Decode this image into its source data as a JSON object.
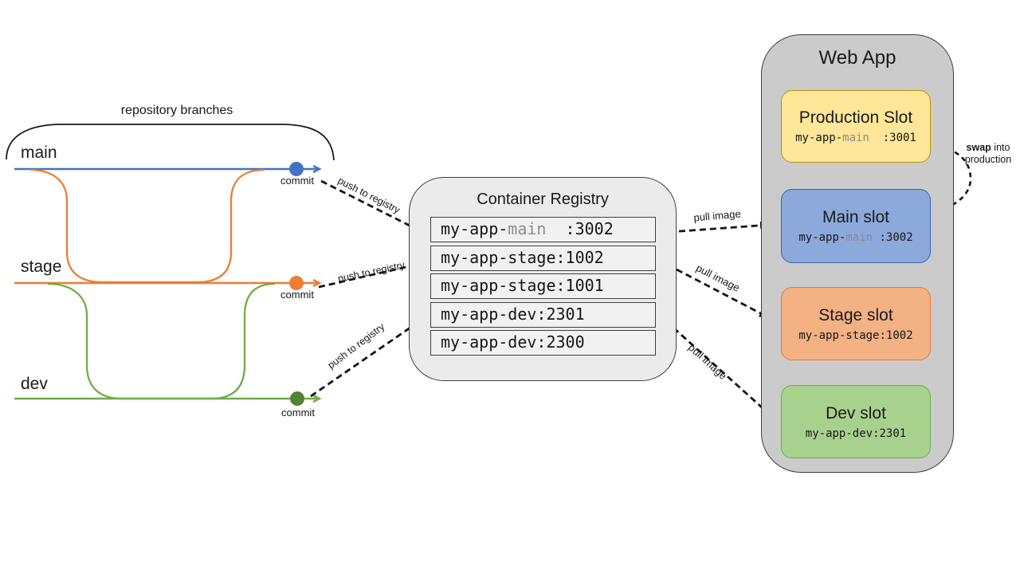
{
  "colors": {
    "branch_blue": "#4472C4",
    "branch_orange": "#ED7D31",
    "branch_green": "#70AD47",
    "dev_commit_green": "#538135",
    "arrow_black": "#151515",
    "box_border": "#3F3F3F",
    "registry_fill": "#ECEBEB",
    "registry_row_fill": "#F2F1F1",
    "webapp_fill": "#CBCBCB",
    "slot_production_fill": "#FFE699",
    "slot_production_border": "#BF9000",
    "slot_main_fill": "#8CA9DC",
    "slot_main_border": "#3A62A8",
    "slot_stage_fill": "#F4B183",
    "slot_stage_border": "#E07B35",
    "slot_dev_fill": "#A9D18E",
    "slot_dev_border": "#70AD47",
    "muted_text": "#8C8C8C"
  },
  "repo": {
    "group_label": "repository branches",
    "push_label": "push to registry",
    "branches": [
      {
        "name": "main",
        "commit_label": "commit"
      },
      {
        "name": "stage",
        "commit_label": "commit"
      },
      {
        "name": "dev",
        "commit_label": "commit"
      }
    ]
  },
  "registry": {
    "title": "Container Registry",
    "pull_label": "pull image",
    "rows": [
      {
        "parts": [
          {
            "t": "my-app-"
          },
          {
            "t": "main",
            "muted": true
          },
          {
            "t": "  :3002"
          }
        ]
      },
      {
        "parts": [
          {
            "t": "my-app-stage:1002"
          }
        ]
      },
      {
        "parts": [
          {
            "t": "my-app-stage:1001"
          }
        ]
      },
      {
        "parts": [
          {
            "t": "my-app-dev:2301"
          }
        ]
      },
      {
        "parts": [
          {
            "t": "my-app-dev:2300"
          }
        ]
      }
    ]
  },
  "webapp": {
    "title": "Web App",
    "slots": [
      {
        "title": "Production Slot",
        "parts": [
          {
            "t": "my-app-"
          },
          {
            "t": "main",
            "muted": true
          },
          {
            "t": "  :3001"
          }
        ]
      },
      {
        "title": "Main slot",
        "parts": [
          {
            "t": "my-app-"
          },
          {
            "t": "main",
            "muted": true
          },
          {
            "t": " :3002"
          }
        ]
      },
      {
        "title": "Stage slot",
        "parts": [
          {
            "t": "my-app-stage:1002"
          }
        ]
      },
      {
        "title": "Dev slot",
        "parts": [
          {
            "t": "my-app-dev:2301"
          }
        ]
      }
    ],
    "swap_label": {
      "line1_parts": [
        {
          "t": "swap",
          "bold": true
        },
        {
          "t": " into"
        }
      ],
      "line2": "production"
    }
  }
}
